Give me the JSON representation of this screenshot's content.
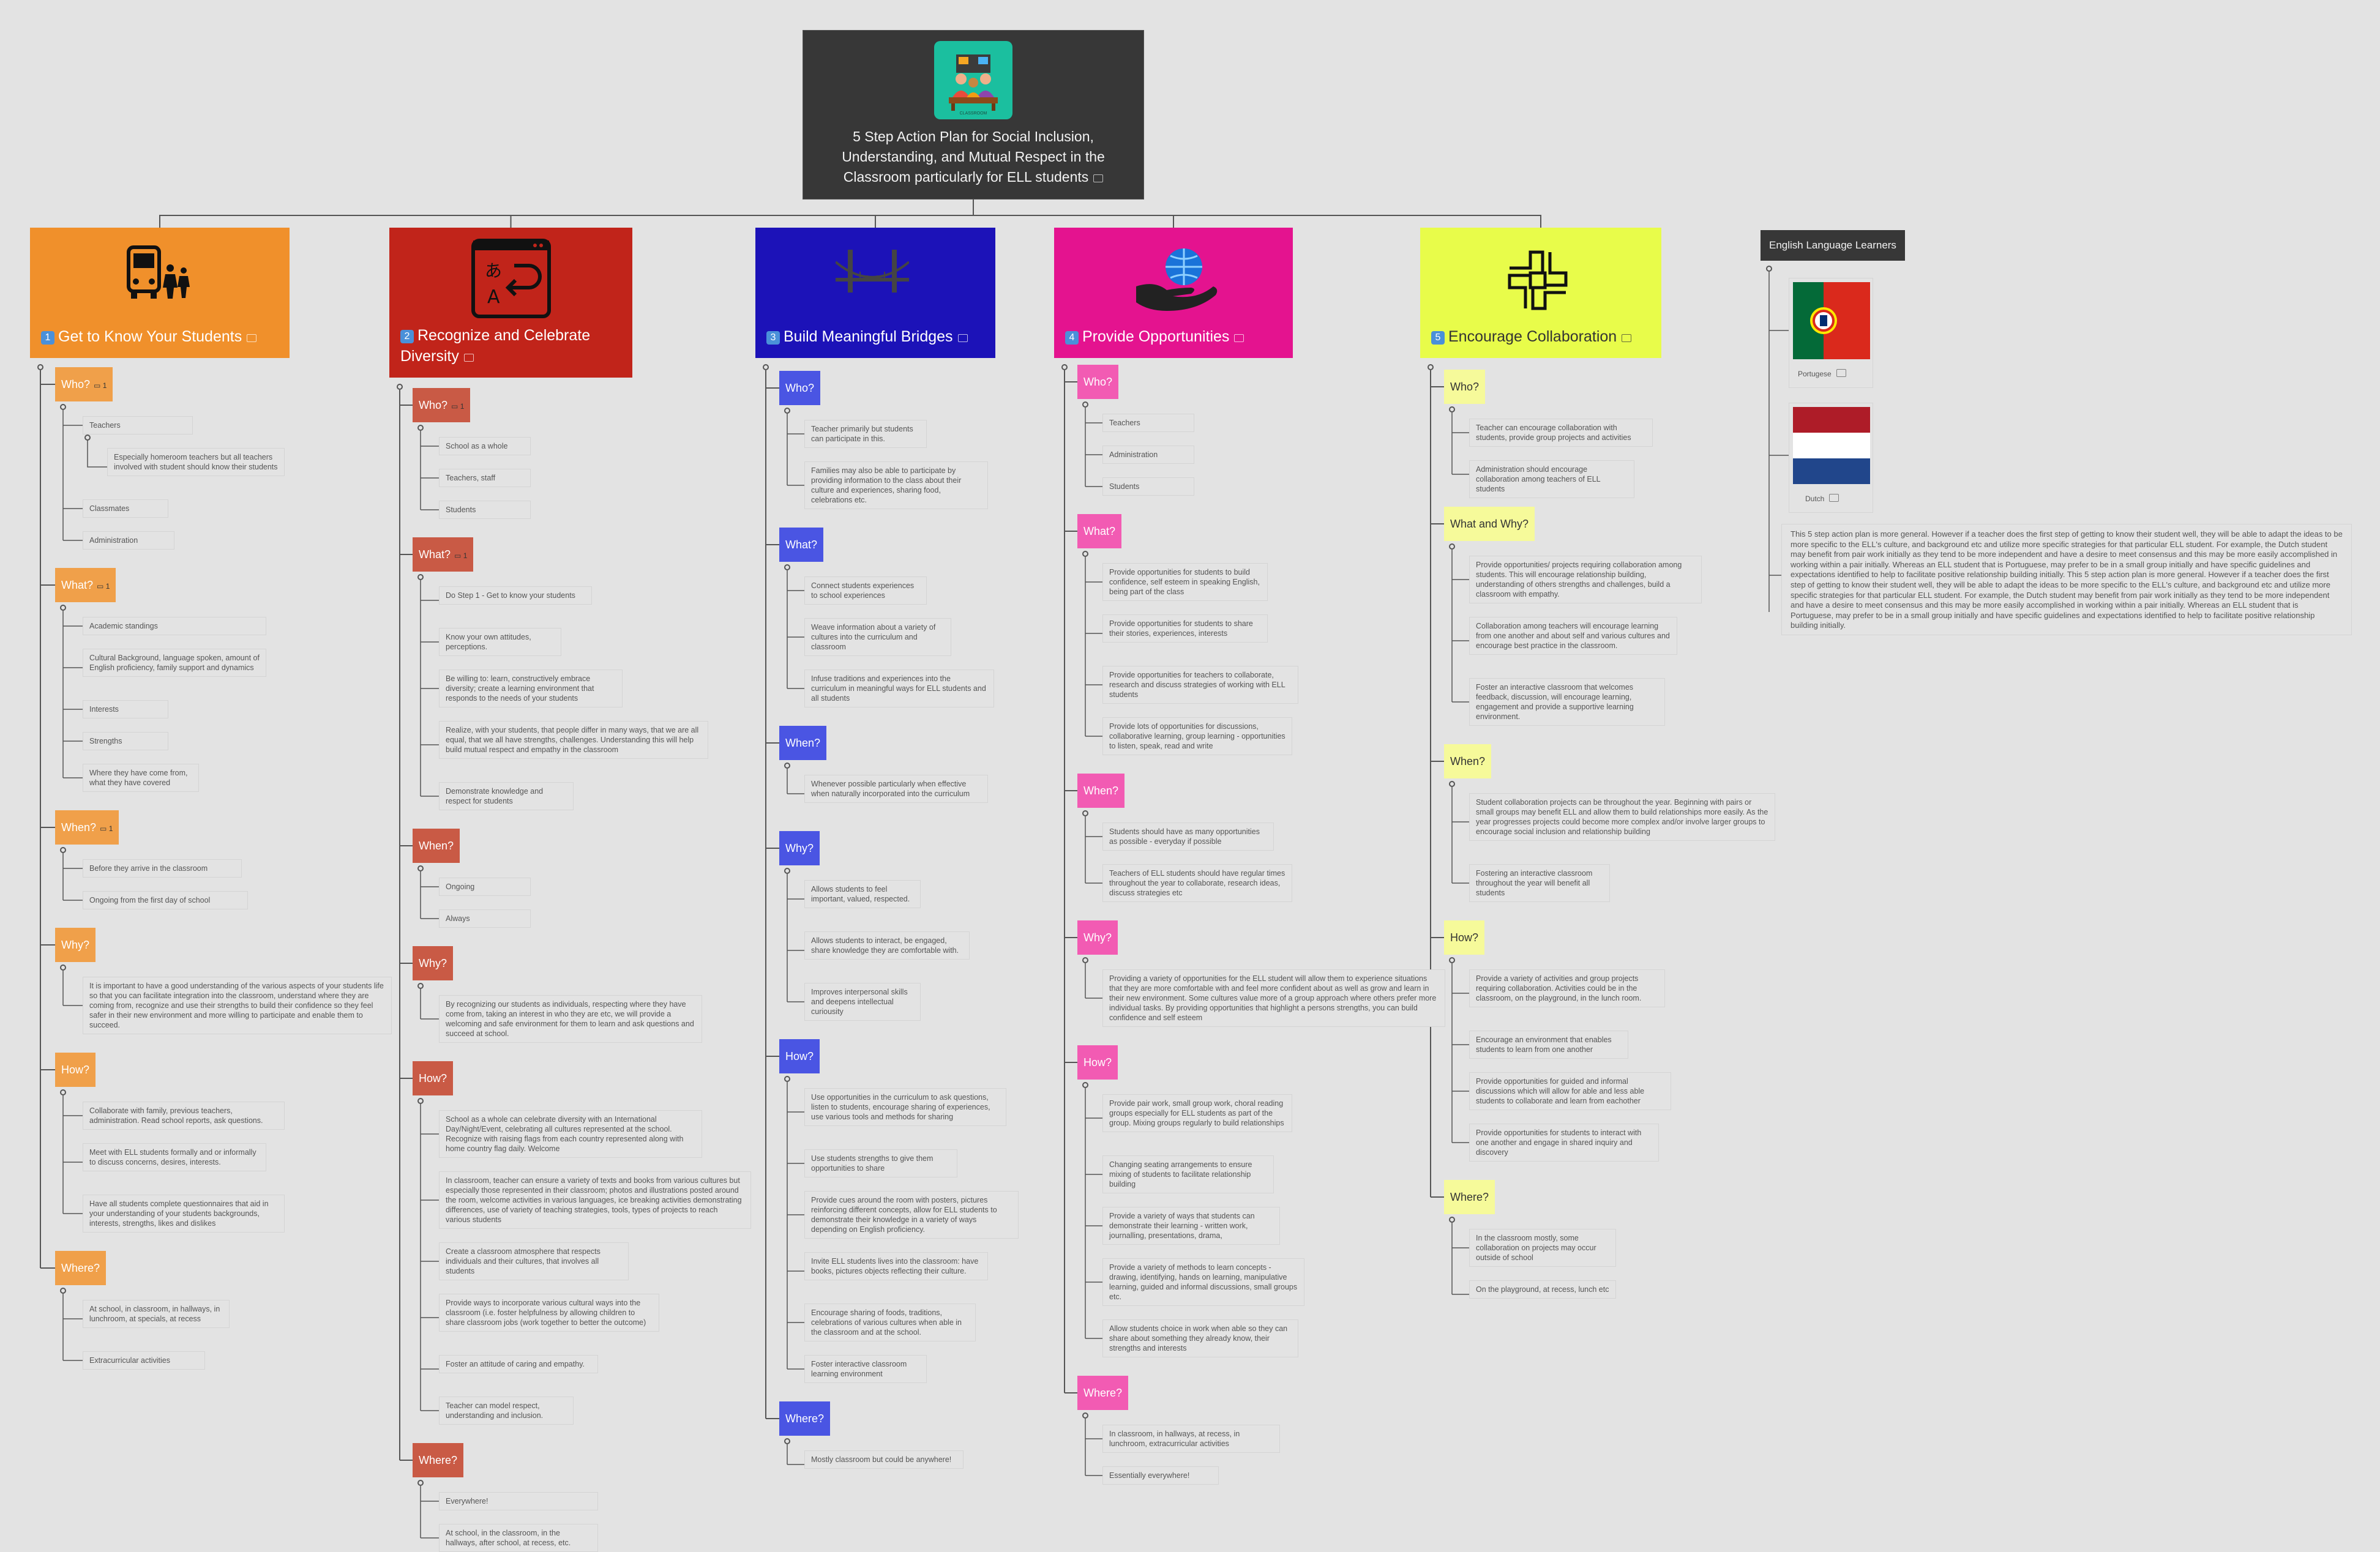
{
  "root": {
    "title": "5 Step Action Plan for Social Inclusion, Understanding, and Mutual Respect in the Classroom particularly for ELL students",
    "icon": "classroom-icon",
    "icon_caption": "CLASSROOM"
  },
  "branches": [
    {
      "num": "1",
      "label": "Get to Know Your Students",
      "color": "#f0902b",
      "sub_color": "#f0a04a",
      "sub_text_color": "#ffffff",
      "icon": "school-bus-icon",
      "subs": [
        {
          "label": "Who?",
          "comment": "1",
          "leaves": [
            "Teachers",
            "Especially homeroom teachers but all teachers involved with student should know their students",
            "Classmates",
            "Administration"
          ]
        },
        {
          "label": "What?",
          "comment": "1",
          "leaves": [
            "Academic standings",
            "Cultural Background, language spoken, amount of English proficiency, family support and dynamics",
            "Interests",
            "Strengths",
            "Where they have come from, what they have covered"
          ]
        },
        {
          "label": "When?",
          "comment": "1",
          "leaves": [
            "Before they arrive in the classroom",
            "Ongoing from the first day of school"
          ]
        },
        {
          "label": "Why?",
          "comment": "",
          "leaves": [
            "It is important to have a good understanding of the various aspects of your students life so that you can facilitate integration into the classroom, understand where they are coming from, recognize and use their strengths to build their confidence so they feel safer in their new environment and more willing to participate and enable them to succeed."
          ]
        },
        {
          "label": "How?",
          "comment": "",
          "leaves": [
            "Collaborate with family, previous teachers, administration.  Read school reports, ask questions.",
            "Meet with ELL students formally and or informally to discuss concerns, desires, interests.",
            "Have all students complete questionnaires that aid in your understanding of your students backgrounds, interests, strengths, likes and dislikes"
          ]
        },
        {
          "label": "Where?",
          "comment": "",
          "leaves": [
            "At school, in classroom, in hallways, in lunchroom, at specials, at recess",
            "Extracurricular activities"
          ]
        }
      ]
    },
    {
      "num": "2",
      "label": "Recognize and Celebrate Diversity",
      "color": "#c1241a",
      "sub_color": "#c95a45",
      "sub_text_color": "#ffffff",
      "icon": "translate-icon",
      "subs": [
        {
          "label": "Who?",
          "comment": "1",
          "leaves": [
            "School as a whole",
            "Teachers, staff",
            "Students"
          ]
        },
        {
          "label": "What?",
          "comment": "1",
          "leaves": [
            "Do Step 1 - Get to know your students",
            "Know your own attitudes, perceptions.",
            "Be willing to: learn, constructively embrace diversity; create a learning environment that responds to the needs of your students",
            "Realize, with your students, that people differ in many ways, that we are all equal, that we all have strengths, challenges.  Understanding this will help build mutual respect and empathy in the classroom",
            "Demonstrate knowledge and respect for students"
          ]
        },
        {
          "label": "When?",
          "comment": "",
          "leaves": [
            "Ongoing",
            "Always"
          ]
        },
        {
          "label": "Why?",
          "comment": "",
          "leaves": [
            "By recognizing our students as individuals, respecting where they have come from, taking an interest in who they are etc, we will provide a welcoming and safe environment for them to learn and ask questions and succeed at school."
          ]
        },
        {
          "label": "How?",
          "comment": "",
          "leaves": [
            "School as a whole can celebrate diversity with an International Day/Night/Event, celebrating all cultures represented at the school. Recognize with raising flags from each country represented along with home country flag daily. Welcome",
            "In classroom, teacher can ensure a variety of texts and books from various cultures but especially those represented in their classroom; photos and illustrations posted around the room, welcome activities in various languages, ice breaking activities demonstrating differences, use of variety of teaching strategies, tools, types of projects to reach various students",
            "Create a classroom atmosphere that respects individuals and their cultures, that involves all students",
            "Provide ways to incorporate various cultural ways into the classroom (i.e. foster helpfulness by allowing children to share classroom jobs (work together to better the outcome)",
            "Foster an attitude of caring and empathy.",
            "Teacher can model respect, understanding and inclusion."
          ]
        },
        {
          "label": "Where?",
          "comment": "",
          "leaves": [
            "Everywhere!",
            "At school, in the classroom, in the hallways, after school, at recess, etc."
          ]
        }
      ]
    },
    {
      "num": "3",
      "label": "Build Meaningful Bridges",
      "color": "#1c12b8",
      "sub_color": "#4a55e3",
      "sub_text_color": "#ffffff",
      "icon": "bridge-icon",
      "subs": [
        {
          "label": "Who?",
          "comment": "",
          "leaves": [
            "Teacher primarily but students can participate in this.",
            "Families may also be able to participate by providing information to the class about their culture and experiences, sharing food, celebrations etc."
          ]
        },
        {
          "label": "What?",
          "comment": "",
          "leaves": [
            "Connect students experiences to school experiences",
            "Weave information about a variety of cultures into the curriculum and classroom",
            "Infuse traditions and experiences into the curriculum in meaningful ways for ELL students and all students"
          ]
        },
        {
          "label": "When?",
          "comment": "",
          "leaves": [
            "Whenever possible particularly when effective when naturally incorporated into the curriculum"
          ]
        },
        {
          "label": "Why?",
          "comment": "",
          "leaves": [
            "Allows students to feel important, valued, respected.",
            "Allows students to interact, be engaged, share knowledge they are comfortable with.",
            "Improves interpersonal skills and deepens intellectual curiousity"
          ]
        },
        {
          "label": "How?",
          "comment": "",
          "leaves": [
            "Use opportunities in the curriculum to ask questions, listen to students, encourage sharing of experiences, use various tools and methods for sharing",
            "Use students strengths to give them opportunities to share",
            "Provide cues around the room with posters, pictures reinforcing different concepts, allow for ELL students to demonstrate their knowledge in a variety of ways depending on English proficiency.",
            "Invite ELL students lives into the classroom: have books, pictures objects reflecting their culture.",
            "Encourage sharing of foods, traditions, celebrations of various cultures when able in the classroom and at the school.",
            "Foster interactive classroom learning environment"
          ]
        },
        {
          "label": "Where?",
          "comment": "",
          "leaves": [
            "Mostly classroom but could be anywhere!"
          ]
        }
      ]
    },
    {
      "num": "4",
      "label": "Provide Opportunities",
      "color": "#e4138f",
      "sub_color": "#f25bb3",
      "sub_text_color": "#ffffff",
      "icon": "globe-hand-icon",
      "subs": [
        {
          "label": "Who?",
          "comment": "",
          "leaves": [
            "Teachers",
            "Administration",
            "Students"
          ]
        },
        {
          "label": "What?",
          "comment": "",
          "leaves": [
            "Provide opportunities for students to build confidence, self esteem in speaking English, being part of the class",
            "Provide opportunities for students to share their stories, experiences, interests",
            "Provide opportunities for teachers to collaborate, research and discuss strategies of working with ELL students",
            "Provide lots of opportunities for discussions, collaborative learning, group learning - opportunities to listen, speak, read and write"
          ]
        },
        {
          "label": "When?",
          "comment": "",
          "leaves": [
            "Students should have as many opportunities as possible - everyday if possible",
            "Teachers of ELL students should have regular times throughout the year to collaborate, research ideas, discuss strategies etc"
          ]
        },
        {
          "label": "Why?",
          "comment": "",
          "leaves": [
            "Providing a variety of opportunities for the ELL student will allow them to experience situations that they are more comfortable with and feel more confident about as well as grow and learn in their new environment.  Some cultures value more of a group approach where others prefer more individual tasks.  By providing opportunities that highlight a persons strengths, you can build confidence and self esteem"
          ]
        },
        {
          "label": "How?",
          "comment": "",
          "leaves": [
            "Provide pair work, small group work, choral reading groups especially for ELL students as part of the group.  Mixing groups regularly to build relationships",
            "Changing seating arrangements to ensure mixing of students to facilitate relationship building",
            "Provide a variety of ways that students can demonstrate their learning - written work, journalling, presentations, drama,",
            "Provide a variety of methods to learn concepts - drawing, identifying, hands on learning, manipulative learning, guided and informal discussions, small groups etc.",
            "Allow students choice in work when able so they can share about something they already know, their strengths and interests"
          ]
        },
        {
          "label": "Where?",
          "comment": "",
          "leaves": [
            "In classroom, in hallways, at recess, in  lunchroom, extracurricular activities",
            "Essentially everywhere!"
          ]
        }
      ]
    },
    {
      "num": "5",
      "label": "Encourage Collaboration",
      "color": "#e8fc4a",
      "sub_color": "#f6fa9a",
      "sub_text_color": "#333333",
      "icon": "joined-hands-icon",
      "subs": [
        {
          "label": "Who?",
          "comment": "",
          "leaves": [
            "Teacher can encourage collaboration with students, provide group projects and activities",
            "Administration should encourage collaboration among teachers of ELL students"
          ]
        },
        {
          "label": "What and Why?",
          "comment": "",
          "leaves": [
            "Provide opportunities/ projects requiring collaboration among students. This will encourage relationship building, understanding of others strengths and challenges, build a classroom with empathy.",
            "Collaboration among teachers will encourage learning from one another and about self and various cultures and encourage best practice in the classroom.",
            "Foster an interactive classroom that welcomes feedback, discussion, will encourage learning, engagement and provide a supportive learning environment."
          ]
        },
        {
          "label": "When?",
          "comment": "",
          "leaves": [
            "Student collaboration projects can be throughout the year.  Beginning with pairs or small groups may benefit ELL and allow them to build relationships more easily.  As the year progresses projects could become more complex and/or involve larger groups to encourage social inclusion and relationship building",
            "Fostering an interactive classroom throughout the year will benefit all students"
          ]
        },
        {
          "label": "How?",
          "comment": "",
          "leaves": [
            "Provide a variety of activities and group projects requiring collaboration.  Activities could be in the classroom, on the playground, in the lunch room.",
            "Encourage an environment that enables students to learn from one another",
            "Provide opportunities for guided and informal discussions which will allow for able and less able students to collaborate and learn from eachother",
            "Provide opportunities for students to interact with one another and engage in shared inquiry and discovery"
          ]
        },
        {
          "label": "Where?",
          "comment": "",
          "leaves": [
            "In the classroom mostly, some collaboration on projects may occur outside of school",
            "On the playground, at recess, lunch etc"
          ]
        }
      ]
    }
  ],
  "ell": {
    "title": "English Language Learners",
    "flags": [
      {
        "label": "Portugese",
        "icon": "portugal-flag-icon"
      },
      {
        "label": "Dutch",
        "icon": "netherlands-flag-icon"
      }
    ],
    "note": "This 5 step action plan is more general.  However if a teacher does the first step of getting to know their student well, they will be able to adapt the ideas to be more specific to the ELL's culture,  and background etc and utilize more specific strategies for that particular ELL student.  For example, the Dutch student may benefit from pair work initially as they tend to be more independent and have a desire to meet consensus and this may be more easily accomplished in working within a pair initially. Whereas an ELL student that is Portuguese, may prefer to be in a small group initially and have specific guidelines and expectations identified to help to facilitate positive relationship building initially.  This 5 step action plan is more general.  However if a teacher does the first step of getting to know their student well, they will be able to adapt the ideas to be more specific to the ELL's culture,  and background etc and utilize more specific strategies for that particular ELL student.  For example, the Dutch student may benefit from pair work initially as they tend to be more independent and have a desire to meet consensus and this may be more easily accomplished in working within a pair initially. Whereas an ELL student that is Portuguese, may prefer to be in a small group initially and have specific guidelines and expectations identified to help to facilitate positive relationship building initially."
  }
}
